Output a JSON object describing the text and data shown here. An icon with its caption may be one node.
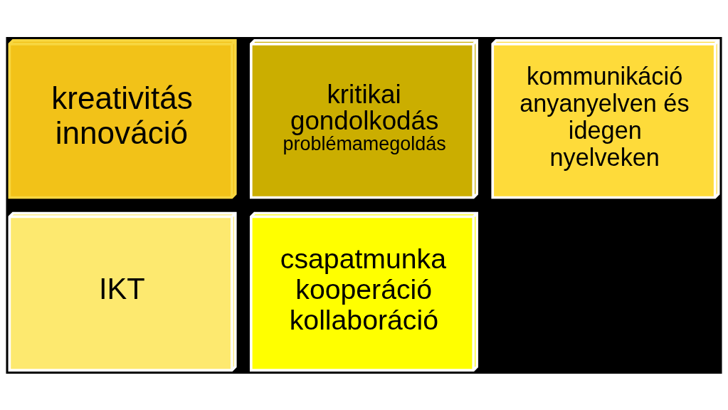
{
  "diagram": {
    "nodes": [
      {
        "text": [
          "kreativitás innováció"
        ]
      },
      {
        "text": [
          "kritikai gondolkodás",
          "problémamegoldás"
        ]
      },
      {
        "text": [
          "kommunikáció anyanyelven és idegen nyelveken"
        ]
      },
      {
        "text": [
          "IKT"
        ]
      },
      {
        "text": [
          "csapatmunka kooperáció",
          "kollaboráció"
        ]
      }
    ]
  }
}
